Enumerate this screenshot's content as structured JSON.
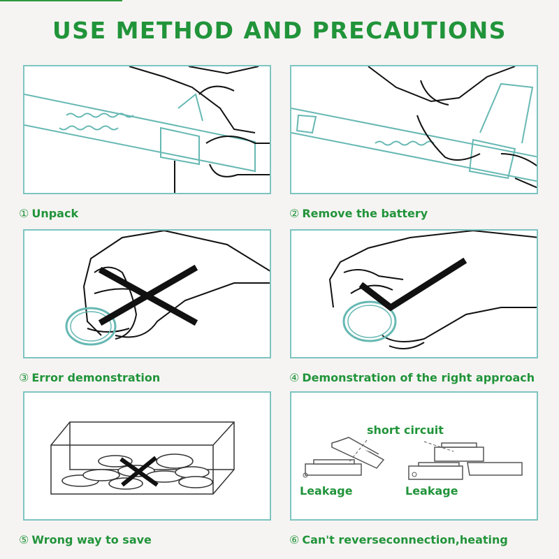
{
  "title": "USE METHOD AND PRECAUTIONS",
  "steps": [
    {
      "num": "①",
      "text": "Unpack"
    },
    {
      "num": "②",
      "text": "Remove the battery"
    },
    {
      "num": "③",
      "text": "Error demonstration"
    },
    {
      "num": "④",
      "text": "Demonstration of the right approach"
    },
    {
      "num": "⑤",
      "text": "Wrong way to save"
    },
    {
      "num": "⑥",
      "text": "Can't reverseconnection,heating"
    }
  ],
  "panel6": {
    "short_circuit": "short circuit",
    "leakage_left": "Leakage",
    "leakage_right": "Leakage"
  },
  "colors": {
    "title": "#21943a",
    "frame": "#7dc4c0",
    "accent": "#66b8b3",
    "mark": "#111111"
  }
}
